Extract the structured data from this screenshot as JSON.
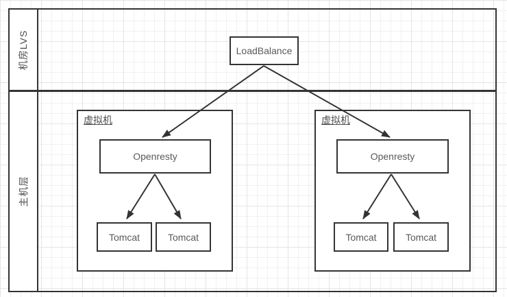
{
  "colors": {
    "line": "#333333",
    "box_border": "#333333",
    "box_fill": "#ffffff",
    "node_text": "#595959",
    "label_text": "#4d4d4d",
    "grid_minor": "#f1f1f1",
    "grid_major": "#e4e4e4",
    "background": "#ffffff"
  },
  "lanes": [
    {
      "label": "机房LVS"
    },
    {
      "label": "主机层"
    }
  ],
  "load_balancer": {
    "label": "LoadBalance"
  },
  "groups": [
    {
      "label": "虚拟机",
      "server": {
        "label": "Openresty"
      },
      "workers": [
        {
          "label": "Tomcat"
        },
        {
          "label": "Tomcat"
        }
      ]
    },
    {
      "label": "虚拟机",
      "server": {
        "label": "Openresty"
      },
      "workers": [
        {
          "label": "Tomcat"
        },
        {
          "label": "Tomcat"
        }
      ]
    }
  ]
}
